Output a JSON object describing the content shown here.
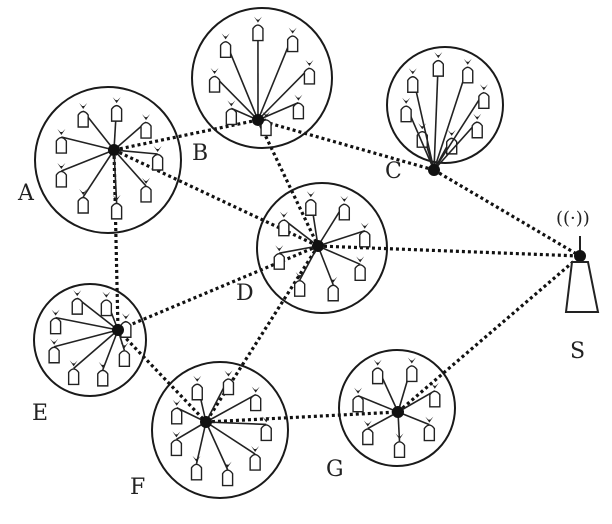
{
  "clusters": [
    {
      "id": "A",
      "label": "A"
    },
    {
      "id": "B",
      "label": "B"
    },
    {
      "id": "C",
      "label": "C"
    },
    {
      "id": "D",
      "label": "D"
    },
    {
      "id": "E",
      "label": "E"
    },
    {
      "id": "F",
      "label": "F"
    },
    {
      "id": "G",
      "label": "G"
    }
  ],
  "sink": {
    "id": "S",
    "label": "S",
    "wave_text": "((·))"
  },
  "links": [
    [
      "A",
      "B"
    ],
    [
      "A",
      "D"
    ],
    [
      "A",
      "E"
    ],
    [
      "B",
      "C"
    ],
    [
      "B",
      "D"
    ],
    [
      "C",
      "S"
    ],
    [
      "D",
      "S"
    ],
    [
      "D",
      "E"
    ],
    [
      "D",
      "F"
    ],
    [
      "E",
      "F"
    ],
    [
      "F",
      "G"
    ],
    [
      "G",
      "S"
    ]
  ]
}
